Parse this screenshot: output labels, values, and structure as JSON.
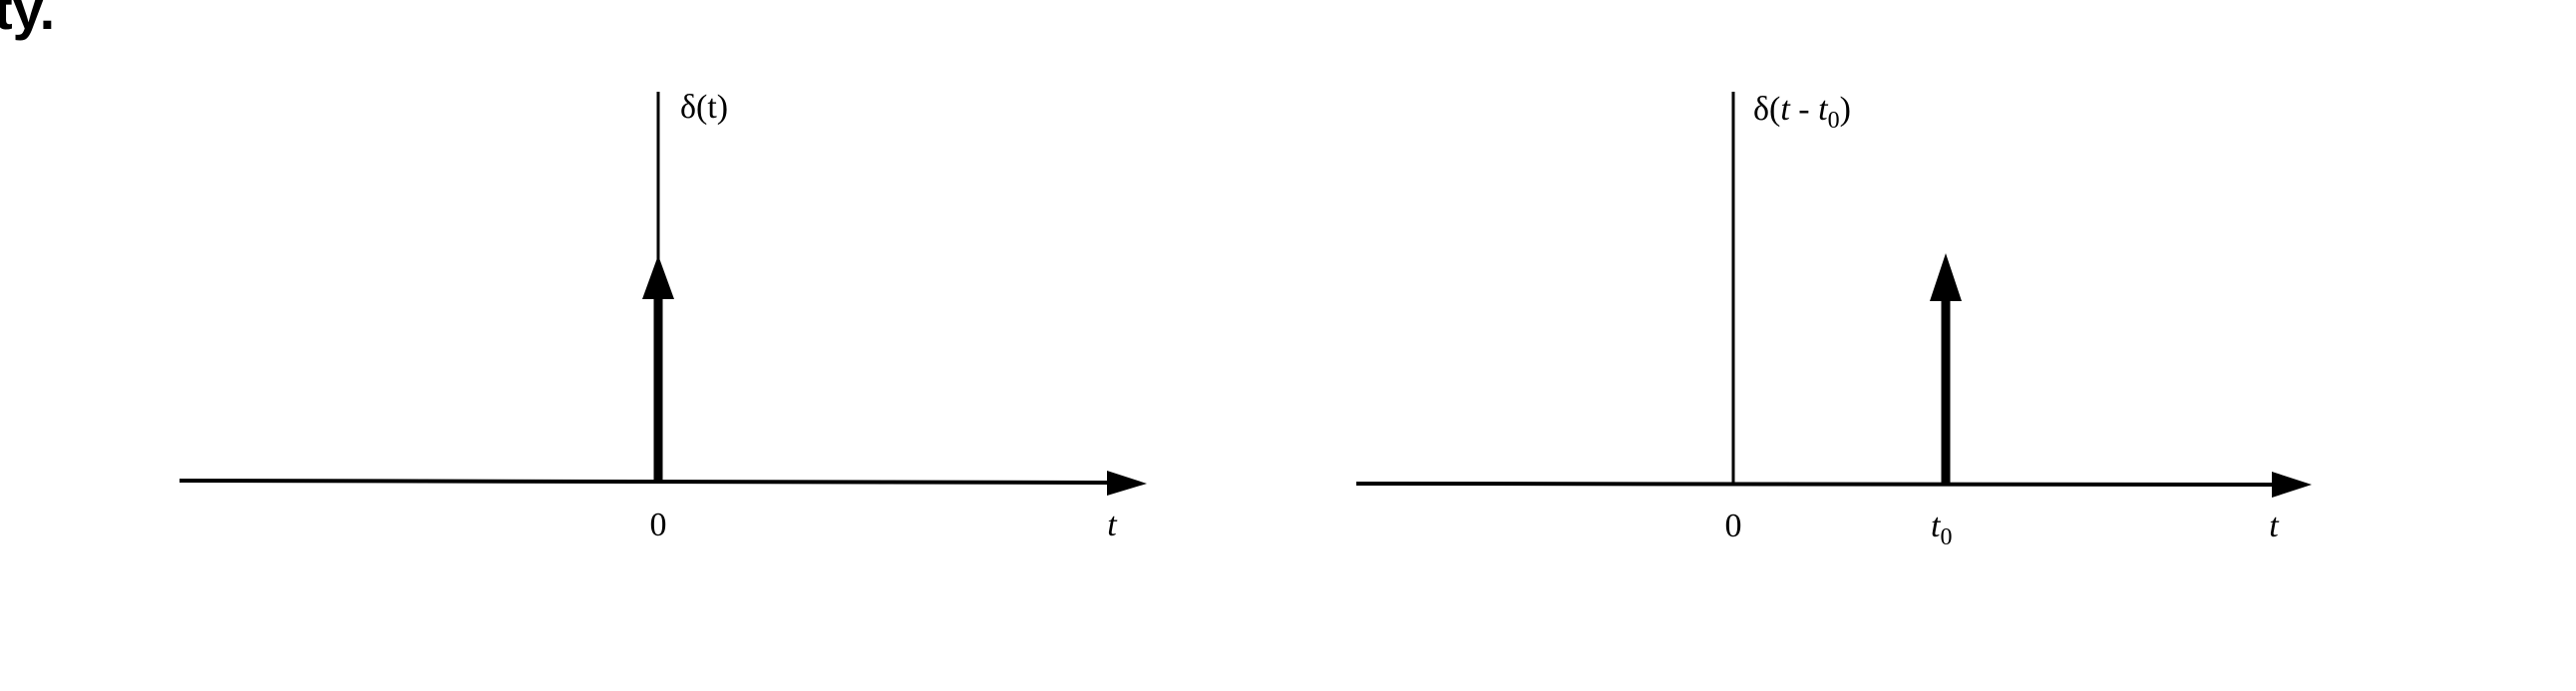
{
  "cut_heading": "ty.",
  "left_diagram": {
    "impulse_label": "δ(t)",
    "origin_label": "0",
    "axis_label": "t"
  },
  "right_diagram": {
    "impulse_label_prefix": "δ(",
    "impulse_label_var": "t",
    "impulse_label_minus": " - ",
    "impulse_label_shift_var": "t",
    "impulse_label_shift_sub": "0",
    "impulse_label_suffix": ")",
    "origin_label": "0",
    "shift_label_var": "t",
    "shift_label_sub": "0",
    "axis_label": "t"
  }
}
